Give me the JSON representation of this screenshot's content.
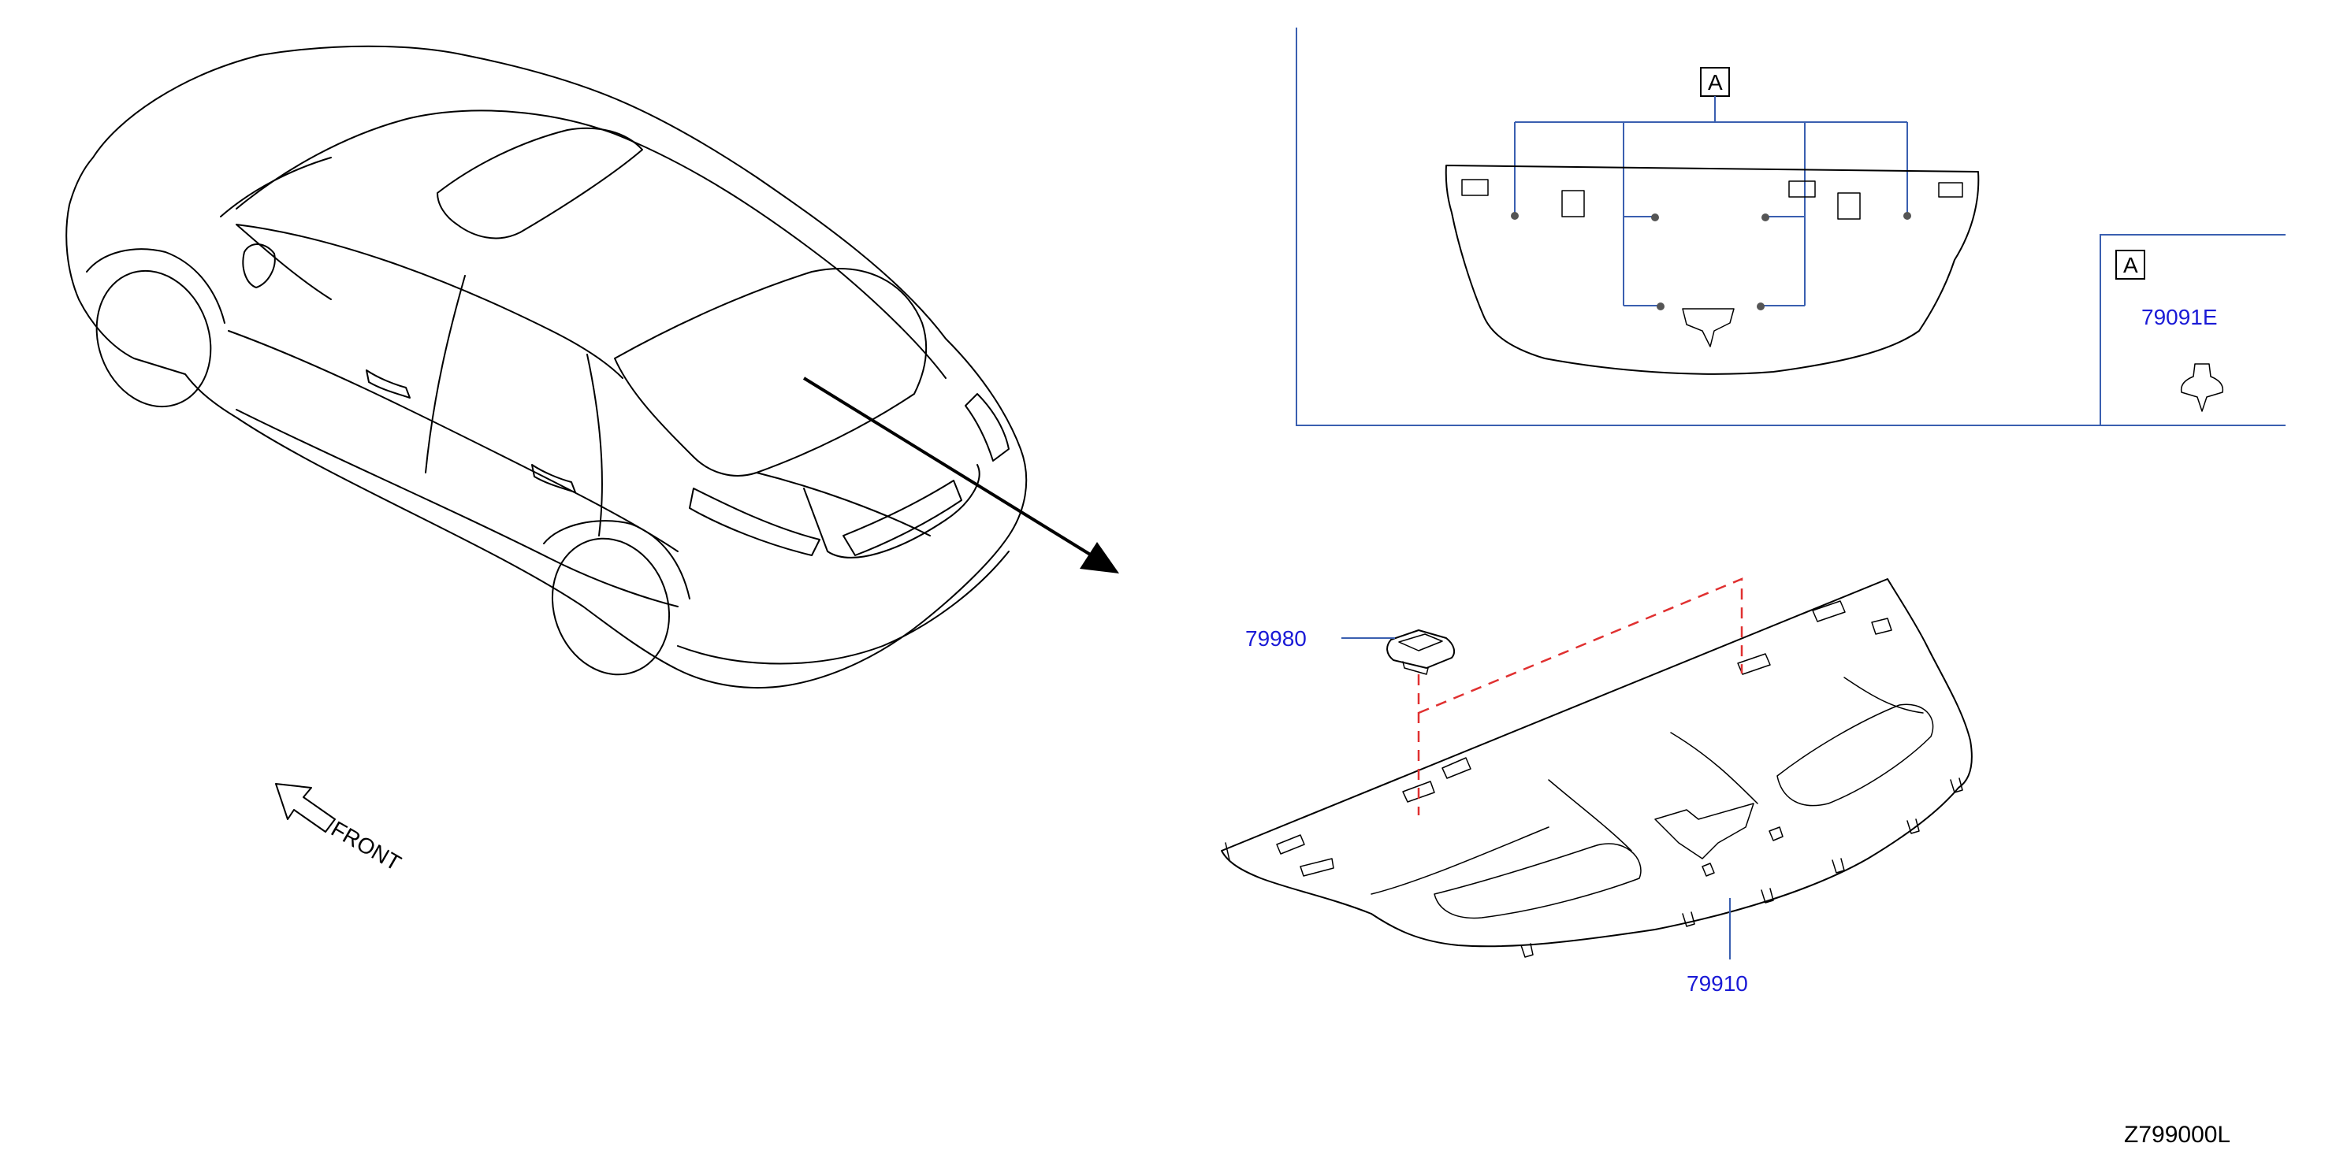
{
  "labels": {
    "front": "FRONT",
    "part_79980": "79980",
    "part_79910": "79910",
    "part_79091E": "79091E",
    "detail_a_main": "A",
    "detail_a_side": "A",
    "diagram_code": "Z799000L"
  },
  "colors": {
    "part_number": "#1a1ad6",
    "leader_line": "#3a5fb0",
    "hidden_line": "#e03030",
    "outline": "#000000"
  }
}
